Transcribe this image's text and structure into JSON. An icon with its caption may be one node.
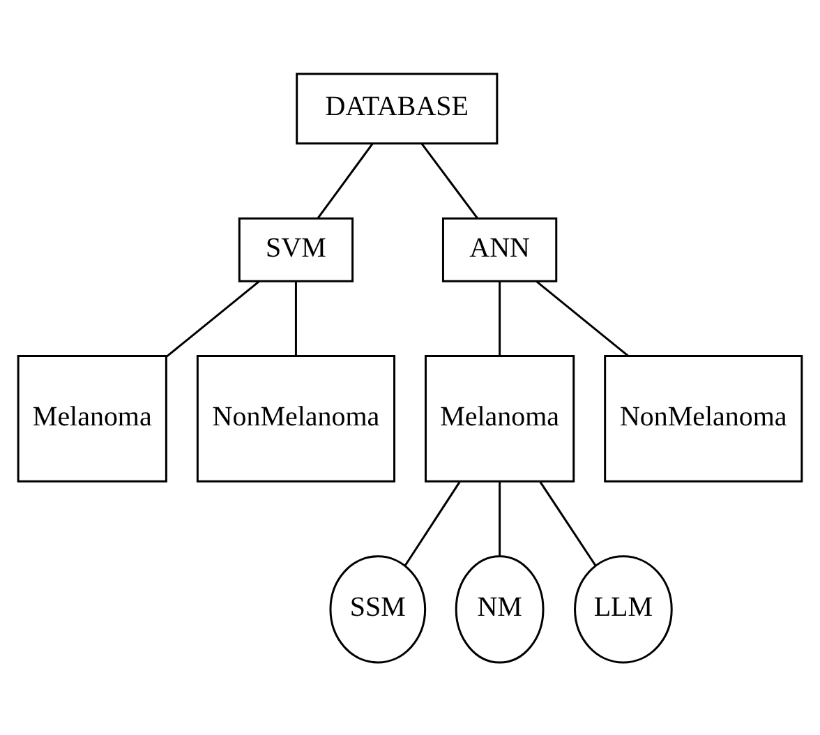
{
  "diagram": {
    "nodes": [
      {
        "text": [
          "DATABASE"
        ]
      },
      {
        "text": [
          "SVM"
        ]
      },
      {
        "text": [
          "ANN"
        ]
      },
      {
        "text": [
          "Melanoma"
        ]
      },
      {
        "text": [
          "NonMelanoma"
        ]
      },
      {
        "text": [
          "Melanoma"
        ]
      },
      {
        "text": [
          "NonMelanoma"
        ]
      },
      {
        "text": [
          "SSM"
        ]
      },
      {
        "text": [
          "NM"
        ]
      },
      {
        "text": [
          "LLM"
        ]
      }
    ],
    "edges": [
      {
        "from": 0,
        "to": 1,
        "arrow": "none"
      },
      {
        "from": 0,
        "to": 2,
        "arrow": "none"
      },
      {
        "from": 1,
        "to": 3,
        "arrow": "none"
      },
      {
        "from": 1,
        "to": 4,
        "arrow": "none"
      },
      {
        "from": 2,
        "to": 5,
        "arrow": "none"
      },
      {
        "from": 2,
        "to": 6,
        "arrow": "none"
      },
      {
        "from": 5,
        "to": 7,
        "arrow": "none"
      },
      {
        "from": 5,
        "to": 8,
        "arrow": "none"
      },
      {
        "from": 5,
        "to": 9,
        "arrow": "none"
      }
    ]
  }
}
